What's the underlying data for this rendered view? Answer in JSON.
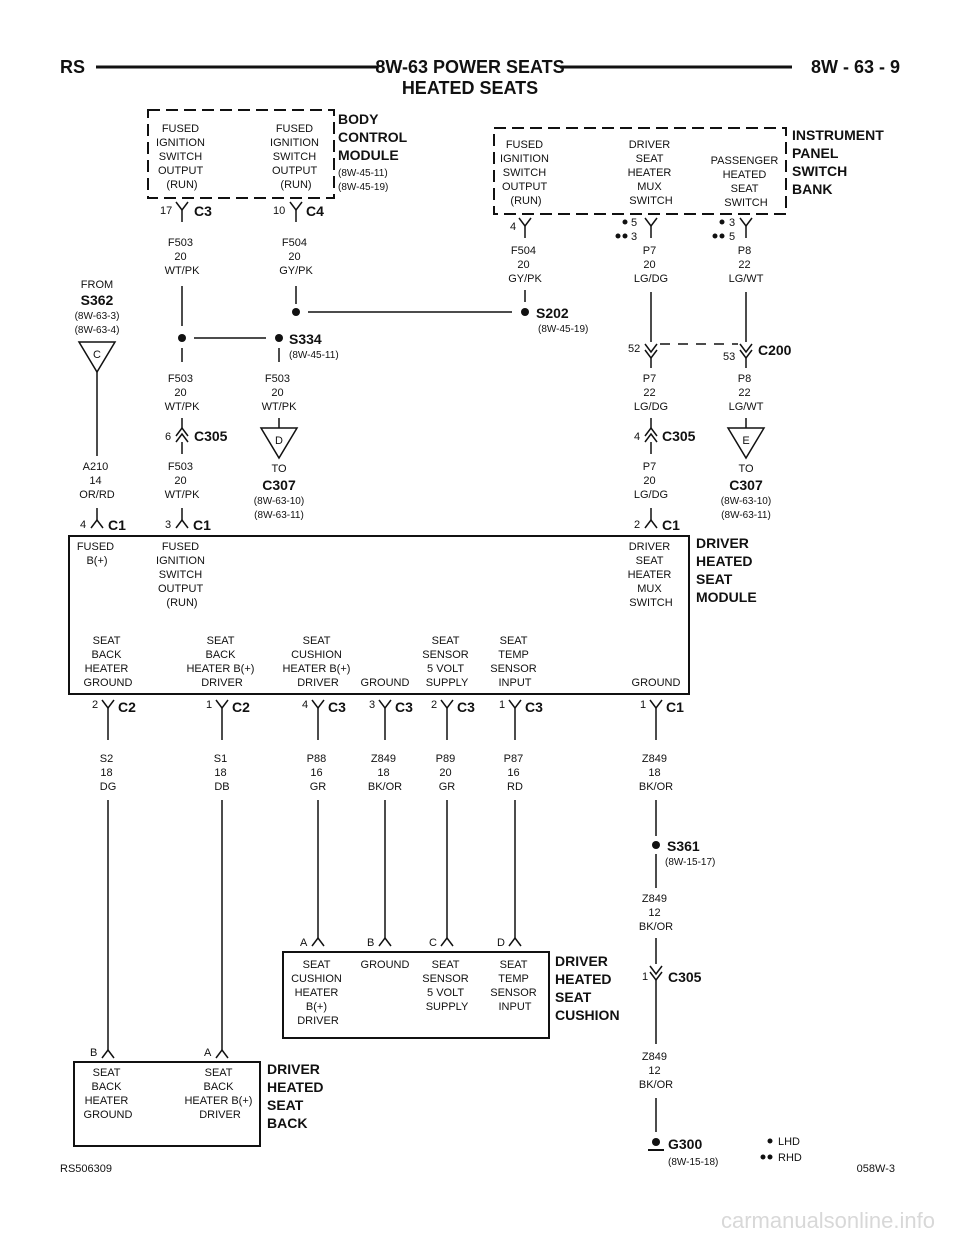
{
  "header": {
    "left": "RS",
    "title": "8W-63 POWER SEATS",
    "subtitle": "HEATED SEATS",
    "right": "8W - 63 - 9"
  },
  "modules": {
    "bcm": {
      "name": [
        "BODY",
        "CONTROL",
        "MODULE"
      ],
      "refs": [
        "(8W-45-11)",
        "(8W-45-19)"
      ],
      "cell1": [
        "FUSED",
        "IGNITION",
        "SWITCH",
        "OUTPUT",
        "(RUN)"
      ],
      "cell2": [
        "FUSED",
        "IGNITION",
        "SWITCH",
        "OUTPUT",
        "(RUN)"
      ]
    },
    "ipsb": {
      "name": [
        "INSTRUMENT",
        "PANEL",
        "SWITCH",
        "BANK"
      ],
      "cell1": [
        "FUSED",
        "IGNITION",
        "SWITCH",
        "OUTPUT",
        "(RUN)"
      ],
      "cell2": [
        "DRIVER",
        "SEAT",
        "HEATER",
        "MUX",
        "SWITCH"
      ],
      "cell3": [
        "PASSENGER",
        "HEATED",
        "SEAT",
        "SWITCH"
      ]
    },
    "dhsm": {
      "name": [
        "DRIVER",
        "HEATED",
        "SEAT",
        "MODULE"
      ],
      "top_fused_b": [
        "FUSED",
        "B(+)"
      ],
      "top_fused_ign": [
        "FUSED",
        "IGNITION",
        "SWITCH",
        "OUTPUT",
        "(RUN)"
      ],
      "top_mux": [
        "DRIVER",
        "SEAT",
        "HEATER",
        "MUX",
        "SWITCH"
      ],
      "bot_sbh_gnd": [
        "SEAT",
        "BACK",
        "HEATER",
        "GROUND"
      ],
      "bot_sbh_drv": [
        "SEAT",
        "BACK",
        "HEATER B(+)",
        "DRIVER"
      ],
      "bot_sch_drv": [
        "SEAT",
        "CUSHION",
        "HEATER B(+)",
        "DRIVER"
      ],
      "bot_gnd1": "GROUND",
      "bot_5v": [
        "SEAT",
        "SENSOR",
        "5 VOLT",
        "SUPPLY"
      ],
      "bot_temp": [
        "SEAT",
        "TEMP",
        "SENSOR",
        "INPUT"
      ],
      "bot_gnd2": "GROUND"
    },
    "cushion": {
      "name": [
        "DRIVER",
        "HEATED",
        "SEAT",
        "CUSHION"
      ],
      "cells": [
        [
          "SEAT",
          "CUSHION",
          "HEATER",
          "B(+)",
          "DRIVER"
        ],
        [
          "GROUND"
        ],
        [
          "SEAT",
          "SENSOR",
          "5 VOLT",
          "SUPPLY"
        ],
        [
          "SEAT",
          "TEMP",
          "SENSOR",
          "INPUT"
        ]
      ],
      "pins": [
        "A",
        "B",
        "C",
        "D"
      ]
    },
    "back": {
      "name": [
        "DRIVER",
        "HEATED",
        "SEAT",
        "BACK"
      ],
      "cells": [
        [
          "SEAT",
          "BACK",
          "HEATER",
          "GROUND"
        ],
        [
          "SEAT",
          "BACK",
          "HEATER B(+)",
          "DRIVER"
        ]
      ],
      "pins": [
        "B",
        "A"
      ]
    }
  },
  "connectors": {
    "bcm_c3": {
      "pin": "17",
      "name": "C3"
    },
    "bcm_c4": {
      "pin": "10",
      "name": "C4"
    },
    "ipsb_4": {
      "pin": "4"
    },
    "ipsb_p7_pins": [
      "5",
      "3"
    ],
    "ipsb_p8_pins": [
      "3",
      "5"
    ],
    "c200_p7": {
      "pin": "52"
    },
    "c200_p8": {
      "pin": "53",
      "name": "C200"
    },
    "c305_f503": {
      "pin": "6",
      "name": "C305"
    },
    "c305_p7": {
      "pin": "4",
      "name": "C305"
    },
    "c305_z849": {
      "pin": "1",
      "name": "C305"
    },
    "dhsm_c1_a210": {
      "pin": "4",
      "name": "C1"
    },
    "dhsm_c1_f503": {
      "pin": "3",
      "name": "C1"
    },
    "dhsm_c1_p7": {
      "pin": "2",
      "name": "C1"
    },
    "dhsm_bottom": [
      {
        "pin": "2",
        "name": "C2"
      },
      {
        "pin": "1",
        "name": "C2"
      },
      {
        "pin": "4",
        "name": "C3"
      },
      {
        "pin": "3",
        "name": "C3"
      },
      {
        "pin": "2",
        "name": "C3"
      },
      {
        "pin": "1",
        "name": "C3"
      },
      {
        "pin": "1",
        "name": "C1"
      }
    ]
  },
  "wires": {
    "f503_a": [
      "F503",
      "20",
      "WT/PK"
    ],
    "f504_a": [
      "F504",
      "20",
      "GY/PK"
    ],
    "f504_b": [
      "F504",
      "20",
      "GY/PK"
    ],
    "p7_a": [
      "P7",
      "20",
      "LG/DG"
    ],
    "p8_a": [
      "P8",
      "22",
      "LG/WT"
    ],
    "f503_b": [
      "F503",
      "20",
      "WT/PK"
    ],
    "f503_c": [
      "F503",
      "20",
      "WT/PK"
    ],
    "p7_b": [
      "P7",
      "22",
      "LG/DG"
    ],
    "p8_b": [
      "P8",
      "22",
      "LG/WT"
    ],
    "a210": [
      "A210",
      "14",
      "OR/RD"
    ],
    "f503_d": [
      "F503",
      "20",
      "WT/PK"
    ],
    "p7_c": [
      "P7",
      "20",
      "LG/DG"
    ],
    "s2": [
      "S2",
      "18",
      "DG"
    ],
    "s1": [
      "S1",
      "18",
      "DB"
    ],
    "p88": [
      "P88",
      "16",
      "GR"
    ],
    "z849_a": [
      "Z849",
      "18",
      "BK/OR"
    ],
    "p89": [
      "P89",
      "20",
      "GR"
    ],
    "p87": [
      "P87",
      "16",
      "RD"
    ],
    "z849_b": [
      "Z849",
      "18",
      "BK/OR"
    ],
    "z849_c": [
      "Z849",
      "12",
      "BK/OR"
    ],
    "z849_d": [
      "Z849",
      "12",
      "BK/OR"
    ]
  },
  "splices": {
    "s202": {
      "name": "S202",
      "ref": "(8W-45-19)"
    },
    "s334": {
      "name": "S334",
      "ref": "(8W-45-11)"
    },
    "s361": {
      "name": "S361",
      "ref": "(8W-15-17)"
    }
  },
  "from_s362": {
    "from": "FROM",
    "name": "S362",
    "refs": [
      "(8W-63-3)",
      "(8W-63-4)"
    ],
    "letter": "C"
  },
  "to_c307_d": {
    "to": "TO",
    "name": "C307",
    "refs": [
      "(8W-63-10)",
      "(8W-63-11)"
    ],
    "letter": "D"
  },
  "to_c307_e": {
    "to": "TO",
    "name": "C307",
    "refs": [
      "(8W-63-10)",
      "(8W-63-11)"
    ],
    "letter": "E"
  },
  "ground": {
    "name": "G300",
    "ref": "(8W-15-18)"
  },
  "legend": {
    "lhd": "LHD",
    "rhd": "RHD"
  },
  "footer": {
    "left": "RS506309",
    "right": "058W-3",
    "watermark": "carmanualsonline.info"
  }
}
